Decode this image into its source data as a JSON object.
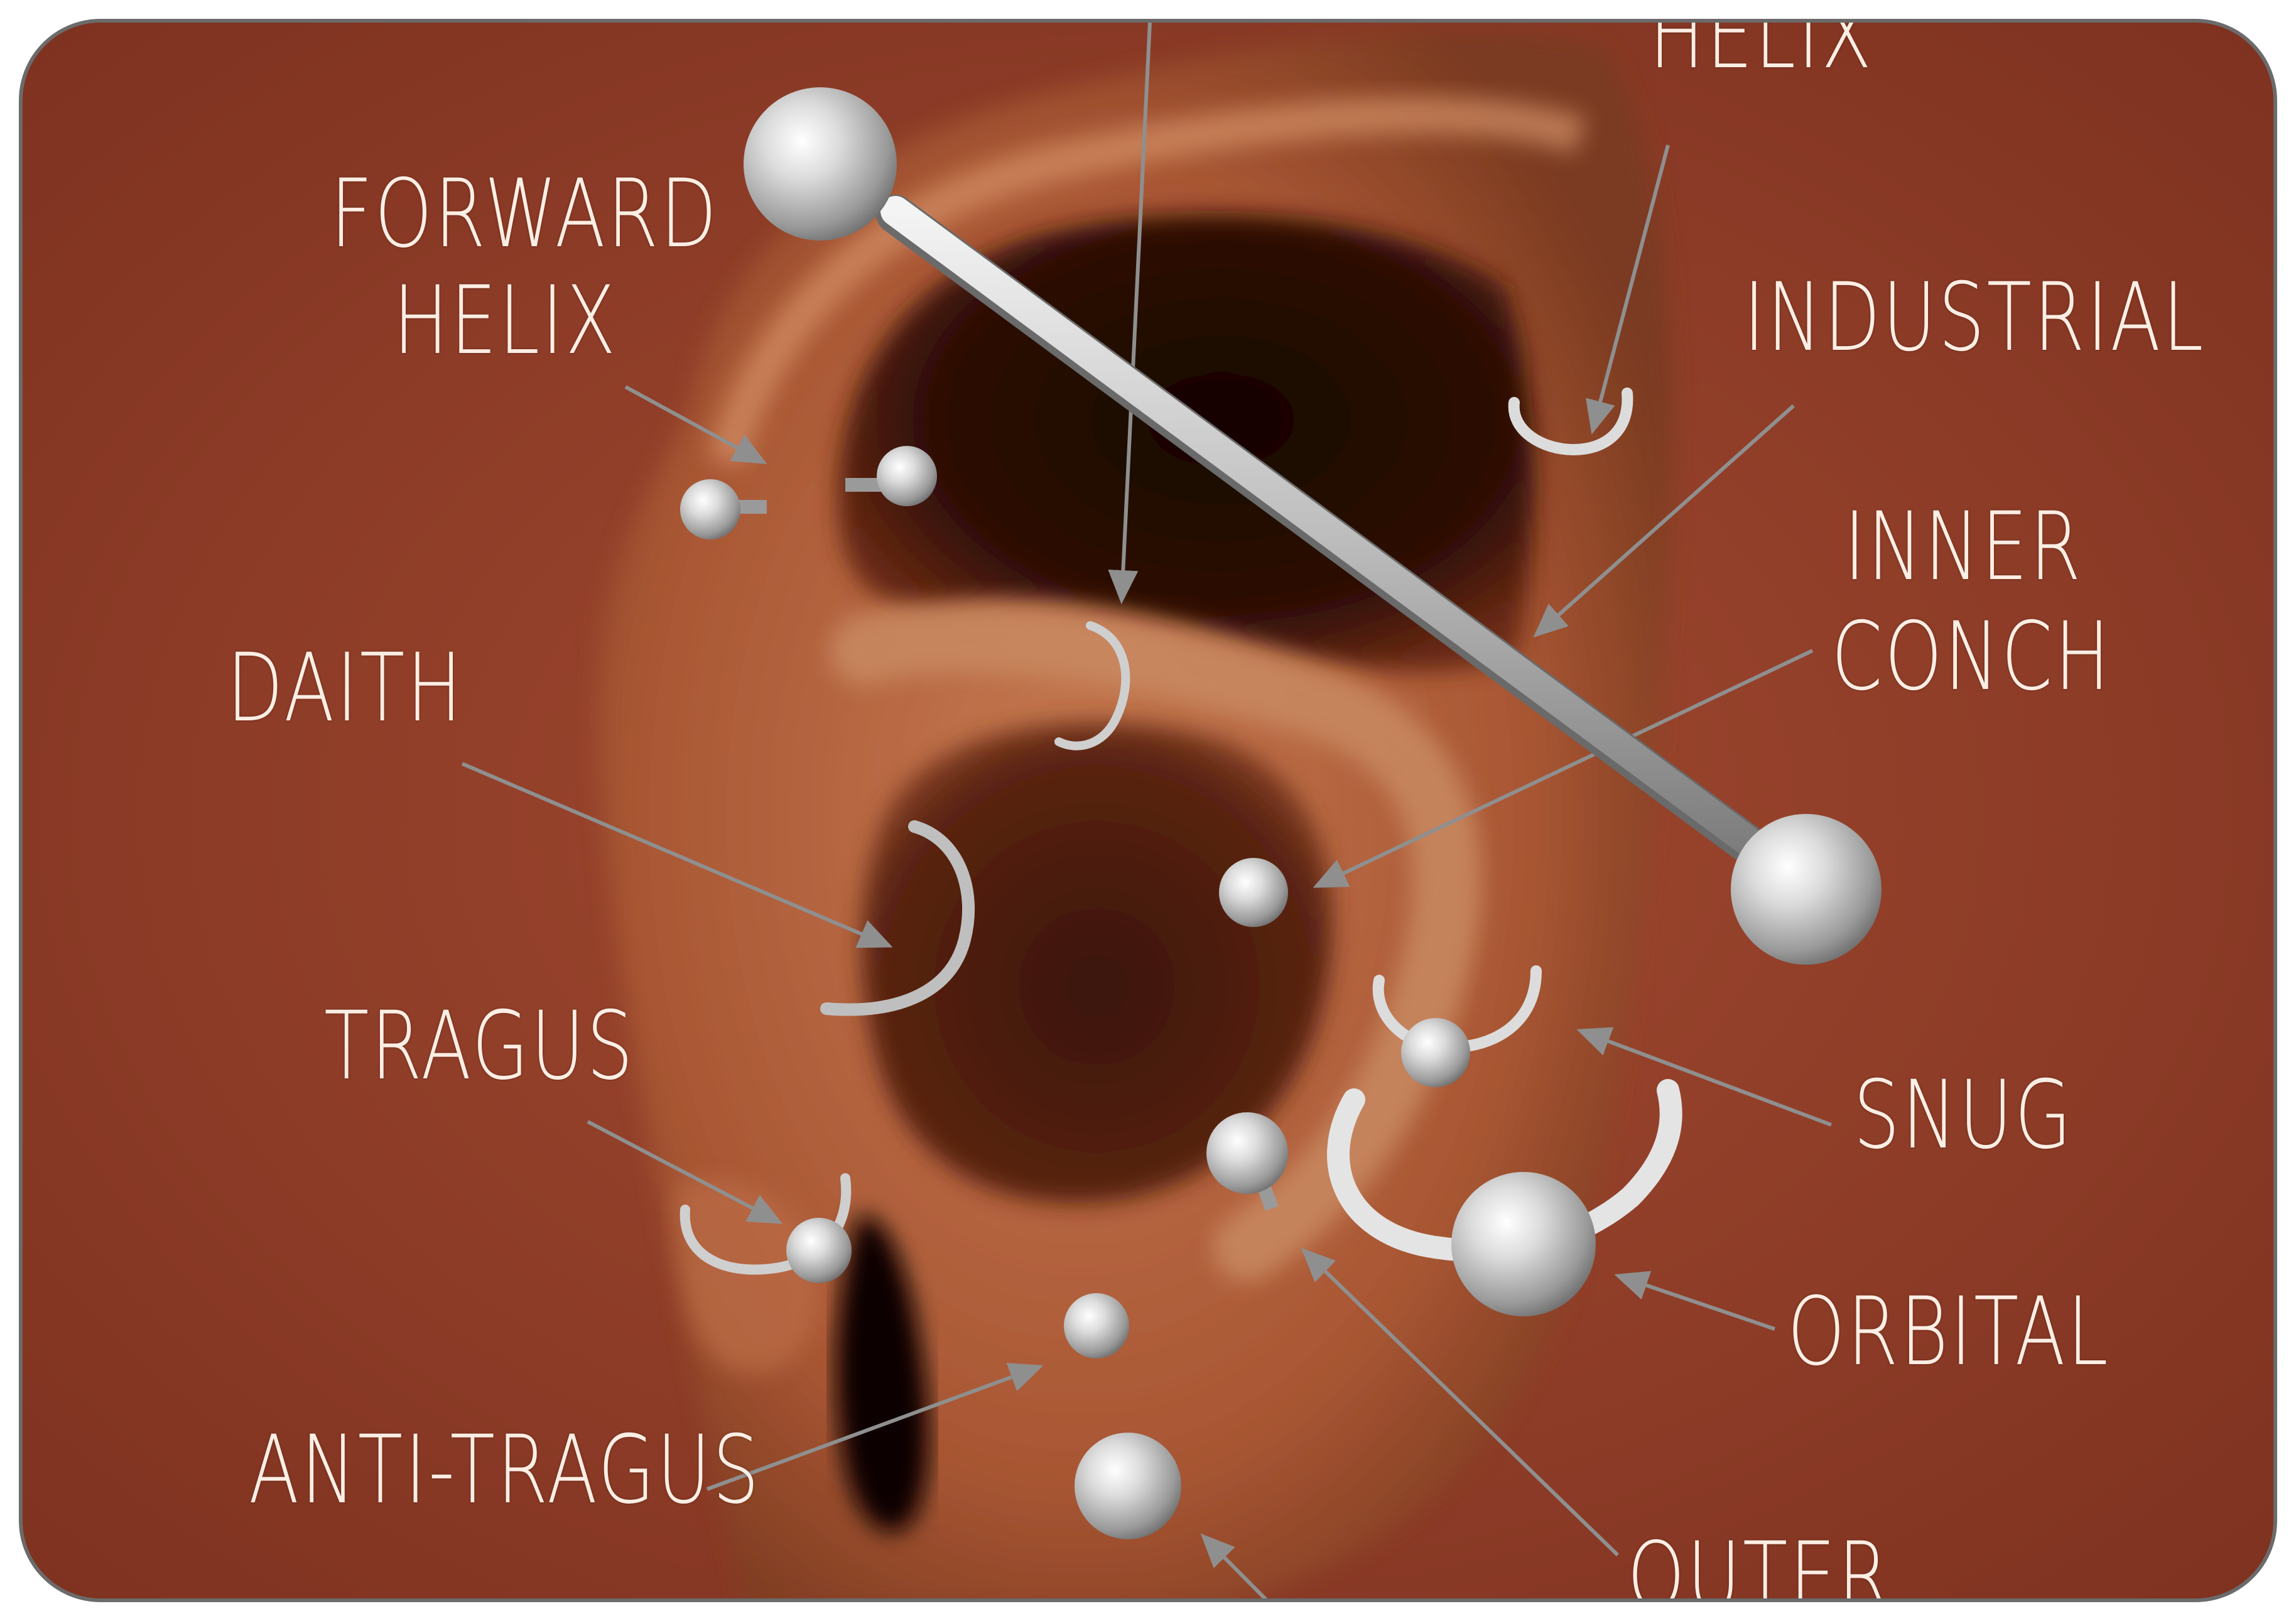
{
  "colors": {
    "background": "#8e3b27",
    "skin_light": "#d08a62",
    "skin_dark": "#2a0d06",
    "metal": "#cfcfcf",
    "pointer": "#8f8f8f",
    "label_text": "#fbeee4",
    "border": "#6b6b6b"
  },
  "labels": {
    "rook_fragment": "",
    "helix": "HELIX",
    "forward_helix_line1": "FORWARD",
    "forward_helix_line2": "HELIX",
    "industrial": "INDUSTRIAL",
    "inner_conch_line1": "INNER",
    "inner_conch_line2": "CONCH",
    "daith": "DAITH",
    "tragus": "TRAGUS",
    "snug": "SNUG",
    "orbital": "ORBITAL",
    "anti_tragus": "ANTI-TRAGUS",
    "outer": "OUTER"
  }
}
